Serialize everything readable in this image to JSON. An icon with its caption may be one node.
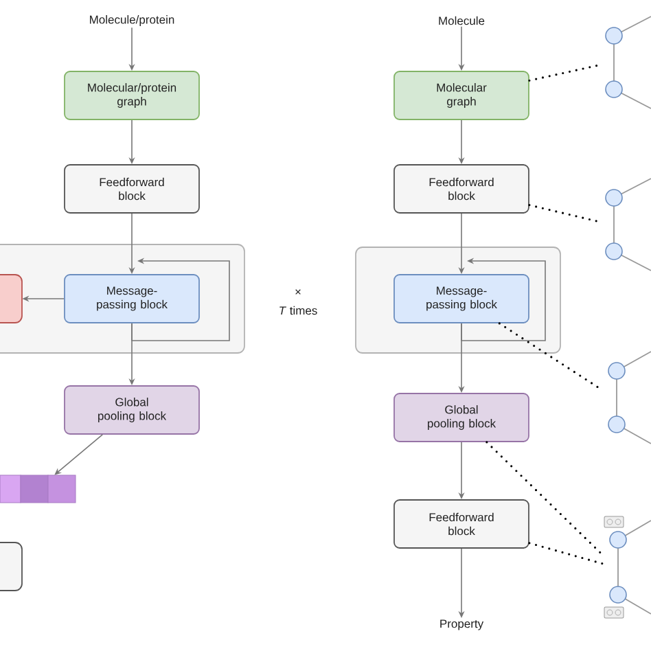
{
  "diagram": {
    "nodes": [
      {
        "text": [
          "Molecule/protein"
        ]
      },
      {
        "text": [
          "Molecular/protein graph"
        ]
      },
      {
        "text": [
          "Feedforward block"
        ]
      },
      {
        "text": [],
        "shape": "box"
      },
      {
        "text": [],
        "shape": "box",
        "in": 3
      },
      {
        "text": [
          "Message-passing block"
        ],
        "in": 3
      },
      {
        "text": [
          "Global pooling block"
        ]
      },
      {
        "text": [],
        "shape": "bar"
      },
      {
        "text": [],
        "shape": "box"
      },
      {
        "text": [
          "Molecule"
        ]
      },
      {
        "text": [
          "Molecular graph"
        ]
      },
      {
        "text": [
          "Feedforward block"
        ]
      },
      {
        "text": [],
        "shape": "box"
      },
      {
        "text": [
          "Message-passing block"
        ],
        "in": 12
      },
      {
        "text": [
          "Global pooling block"
        ]
      },
      {
        "text": [
          "Feedforward block"
        ]
      },
      {
        "text": [
          "Property"
        ]
      },
      {
        "text": [],
        "shape": "graph"
      },
      {
        "text": [],
        "shape": "graph"
      },
      {
        "text": [],
        "shape": "graph"
      },
      {
        "text": [],
        "shape": "graph"
      }
    ],
    "edges": [
      {
        "from": 0,
        "to": 1,
        "arrow": "to"
      },
      {
        "from": 1,
        "to": 2,
        "arrow": "to"
      },
      {
        "from": 2,
        "to": 5,
        "arrow": "to"
      },
      {
        "from": 5,
        "to": 5,
        "arrow": "to"
      },
      {
        "from": 5,
        "to": 4,
        "arrow": "to"
      },
      {
        "from": 5,
        "to": 6,
        "arrow": "to"
      },
      {
        "from": 6,
        "to": 7,
        "arrow": "to"
      },
      {
        "from": 9,
        "to": 10,
        "arrow": "to"
      },
      {
        "from": 10,
        "to": 11,
        "arrow": "to"
      },
      {
        "from": 11,
        "to": 13,
        "arrow": "to"
      },
      {
        "from": 13,
        "to": 13,
        "arrow": "to"
      },
      {
        "from": 13,
        "to": 14,
        "arrow": "to"
      },
      {
        "from": 14,
        "to": 15,
        "arrow": "to"
      },
      {
        "from": 15,
        "to": 16,
        "arrow": "to"
      },
      {
        "from": 10,
        "to": 17,
        "arrow": "none",
        "style": "dashed",
        "color": "#000000"
      },
      {
        "from": 11,
        "to": 18,
        "arrow": "none",
        "style": "dashed",
        "color": "#000000"
      },
      {
        "from": 13,
        "to": 19,
        "arrow": "none",
        "style": "dashed",
        "color": "#000000"
      },
      {
        "from": 14,
        "to": 20,
        "arrow": "none",
        "style": "dashed",
        "color": "#000000"
      },
      {
        "from": 15,
        "to": 20,
        "arrow": "none",
        "style": "dashed",
        "color": "#000000"
      }
    ],
    "labels": [
      "×",
      "*T* times"
    ]
  }
}
